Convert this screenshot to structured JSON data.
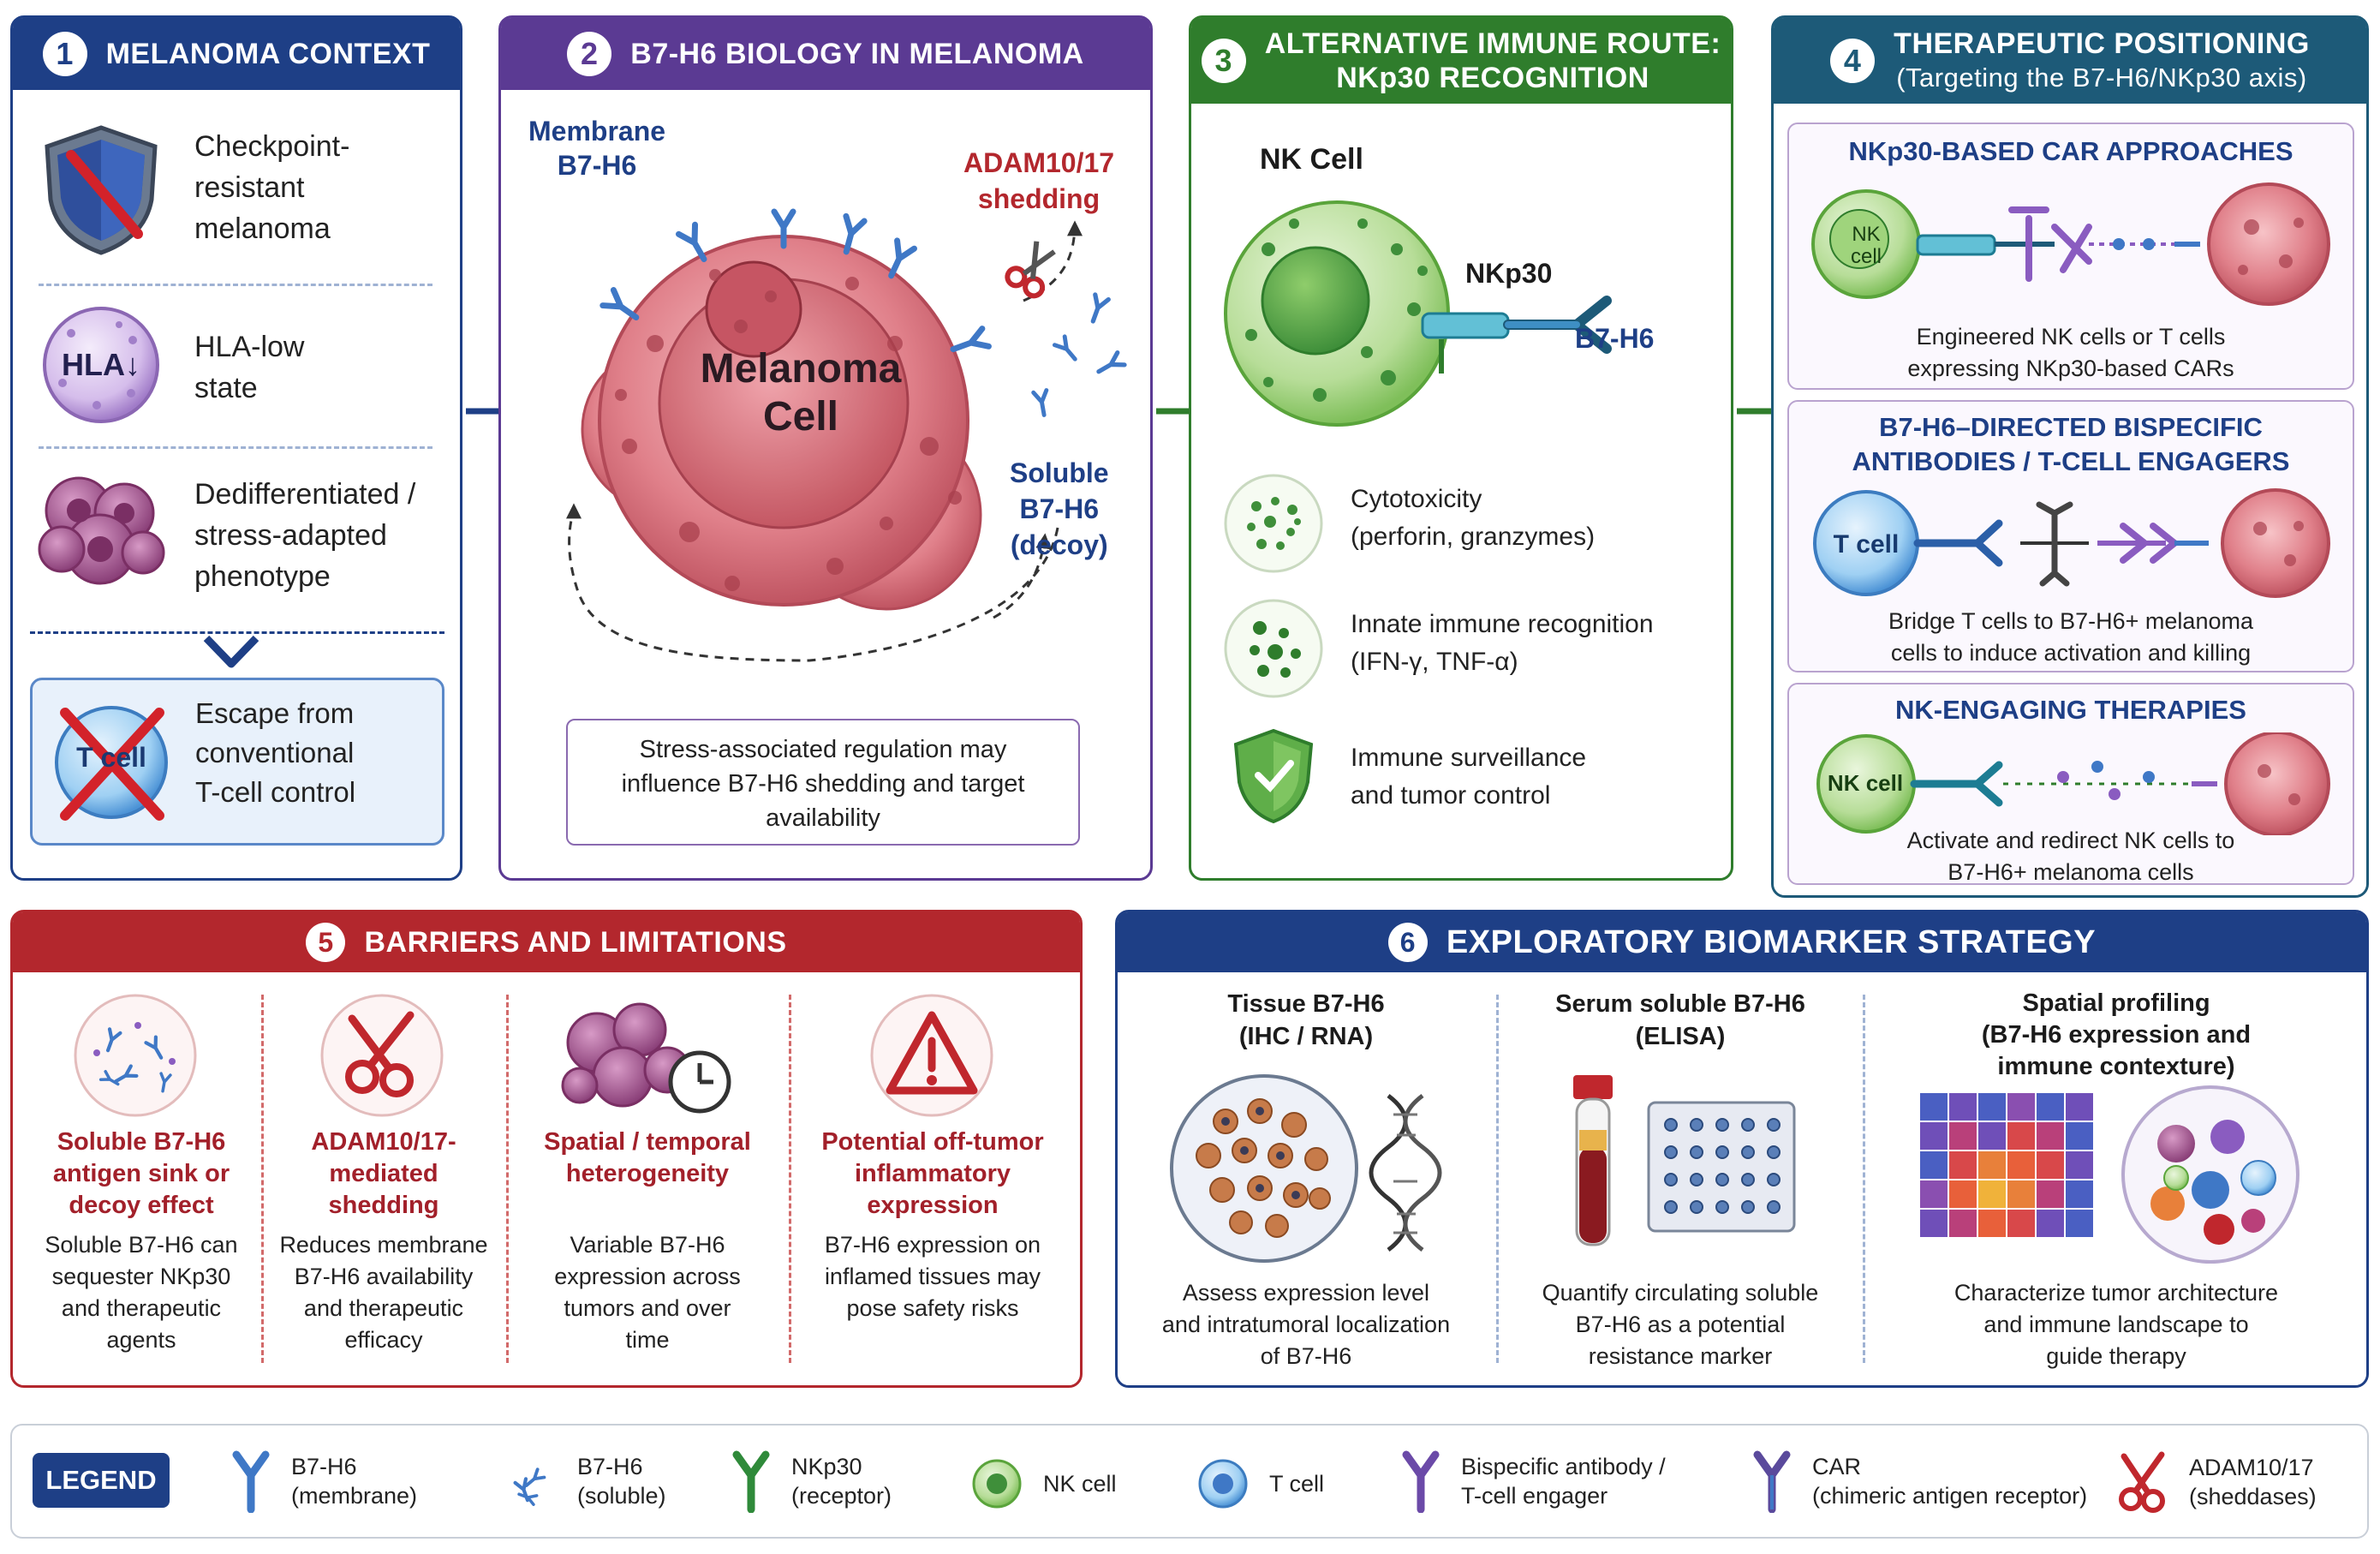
{
  "panels": {
    "p1": {
      "number": "1",
      "title": "MELANOMA CONTEXT",
      "items": [
        {
          "icon": "shield-icon",
          "text": [
            "Checkpoint-",
            "resistant",
            "melanoma"
          ]
        },
        {
          "icon": "hla-cell-icon",
          "badge": "HLA↓",
          "text": [
            "HLA-low",
            "state"
          ]
        },
        {
          "icon": "cell-cluster-icon",
          "text": [
            "Dedifferentiated /",
            "stress-adapted",
            "phenotype"
          ]
        }
      ],
      "escape": {
        "badge": "T cell",
        "text": [
          "Escape from",
          "conventional",
          "T-cell control"
        ]
      }
    },
    "p2": {
      "number": "2",
      "title": "B7-H6 BIOLOGY IN MELANOMA",
      "membrane_label": [
        "Membrane",
        "B7-H6"
      ],
      "cell_label": [
        "Melanoma",
        "Cell"
      ],
      "adam_label": [
        "ADAM10/17",
        "shedding"
      ],
      "soluble_label": [
        "Soluble",
        "B7-H6",
        "(decoy)"
      ],
      "note": [
        "Stress-associated regulation may",
        "influence B7-H6 shedding and target",
        "availability"
      ]
    },
    "p3": {
      "number": "3",
      "title": [
        "ALTERNATIVE IMMUNE ROUTE:",
        "NKp30 RECOGNITION"
      ],
      "nk_label": "NK Cell",
      "nkp30_label": "NKp30",
      "b7h6_label": "B7-H6",
      "items": [
        {
          "icon": "granule-icon",
          "text": [
            "Cytotoxicity",
            "(perforin, granzymes)"
          ]
        },
        {
          "icon": "cytokine-icon",
          "text": [
            "Innate immune recognition",
            "(IFN-γ, TNF-α)"
          ]
        },
        {
          "icon": "shield-check-icon",
          "text": [
            "Immune surveillance",
            "and tumor control"
          ]
        }
      ]
    },
    "p4": {
      "number": "4",
      "title": [
        "THERAPEUTIC POSITIONING",
        "(Targeting the B7-H6/NKp30 axis)"
      ],
      "boxes": [
        {
          "title": [
            "NKp30-BASED CAR APPROACHES"
          ],
          "left_cell": [
            "NK",
            "cell"
          ],
          "text": [
            "Engineered NK cells or T cells",
            "expressing NKp30-based CARs"
          ]
        },
        {
          "title": [
            "B7-H6–DIRECTED BISPECIFIC",
            "ANTIBODIES / T-CELL ENGAGERS"
          ],
          "left_cell": [
            "T cell"
          ],
          "text": [
            "Bridge T cells to B7-H6+ melanoma",
            "cells to induce activation and killing"
          ]
        },
        {
          "title": [
            "NK-ENGAGING THERAPIES"
          ],
          "left_cell": [
            "NK cell"
          ],
          "text": [
            "Activate and redirect NK cells to",
            "B7-H6+ melanoma cells"
          ]
        }
      ]
    },
    "p5": {
      "number": "5",
      "title": "BARRIERS AND LIMITATIONS",
      "items": [
        {
          "icon": "soluble-antigen-icon",
          "title": [
            "Soluble B7-H6",
            "antigen sink or",
            "decoy effect"
          ],
          "text": [
            "Soluble B7-H6 can",
            "sequester NKp30",
            "and therapeutic",
            "agents"
          ]
        },
        {
          "icon": "scissors-icon",
          "title": [
            "ADAM10/17-",
            "mediated",
            "shedding"
          ],
          "text": [
            "Reduces membrane",
            "B7-H6 availability",
            "and therapeutic",
            "efficacy"
          ]
        },
        {
          "icon": "cells-clock-icon",
          "title": [
            "Spatial / temporal",
            "heterogeneity"
          ],
          "text": [
            "Variable B7-H6",
            "expression across",
            "tumors and over",
            "time"
          ]
        },
        {
          "icon": "warning-icon",
          "title": [
            "Potential off-tumor",
            "inflammatory",
            "expression"
          ],
          "text": [
            "B7-H6 expression on",
            "inflamed tissues may",
            "pose safety risks"
          ]
        }
      ]
    },
    "p6": {
      "number": "6",
      "title": "EXPLORATORY BIOMARKER STRATEGY",
      "items": [
        {
          "title": [
            "Tissue B7-H6",
            "(IHC / RNA)"
          ],
          "text": [
            "Assess expression level",
            "and intratumoral localization",
            "of B7-H6"
          ]
        },
        {
          "title": [
            "Serum soluble B7-H6",
            "(ELISA)"
          ],
          "text": [
            "Quantify circulating soluble",
            "B7-H6 as a potential",
            "resistance marker"
          ]
        },
        {
          "title": [
            "Spatial profiling",
            "(B7-H6 expression and",
            "immune contexture)"
          ],
          "text": [
            "Characterize tumor architecture",
            "and immune landscape to",
            "guide therapy"
          ]
        }
      ]
    }
  },
  "legend": {
    "title": "LEGEND",
    "items": [
      {
        "icon": "b7h6-membrane-icon",
        "label": [
          "B7-H6",
          "(membrane)"
        ]
      },
      {
        "icon": "b7h6-soluble-icon",
        "label": [
          "B7-H6",
          "(soluble)"
        ]
      },
      {
        "icon": "nkp30-icon",
        "label": [
          "NKp30",
          "(receptor)"
        ]
      },
      {
        "icon": "nk-cell-icon",
        "label": [
          "NK cell"
        ]
      },
      {
        "icon": "t-cell-icon",
        "label": [
          "T cell"
        ]
      },
      {
        "icon": "bispecific-icon",
        "label": [
          "Bispecific antibody /",
          "T-cell engager"
        ]
      },
      {
        "icon": "car-icon",
        "label": [
          "CAR",
          "(chimeric antigen receptor)"
        ]
      },
      {
        "icon": "adam-icon",
        "label": [
          "ADAM10/17",
          "(sheddases)"
        ]
      }
    ]
  },
  "colors": {
    "navy": "#1e3f86",
    "purple": "#5b3a93",
    "green": "#2f7d2c",
    "teal": "#1d5a78",
    "red": "#b3272d",
    "melanoma": "#e07a85",
    "nk_green": "#7fbf5a",
    "t_blue": "#5aa7e0"
  }
}
